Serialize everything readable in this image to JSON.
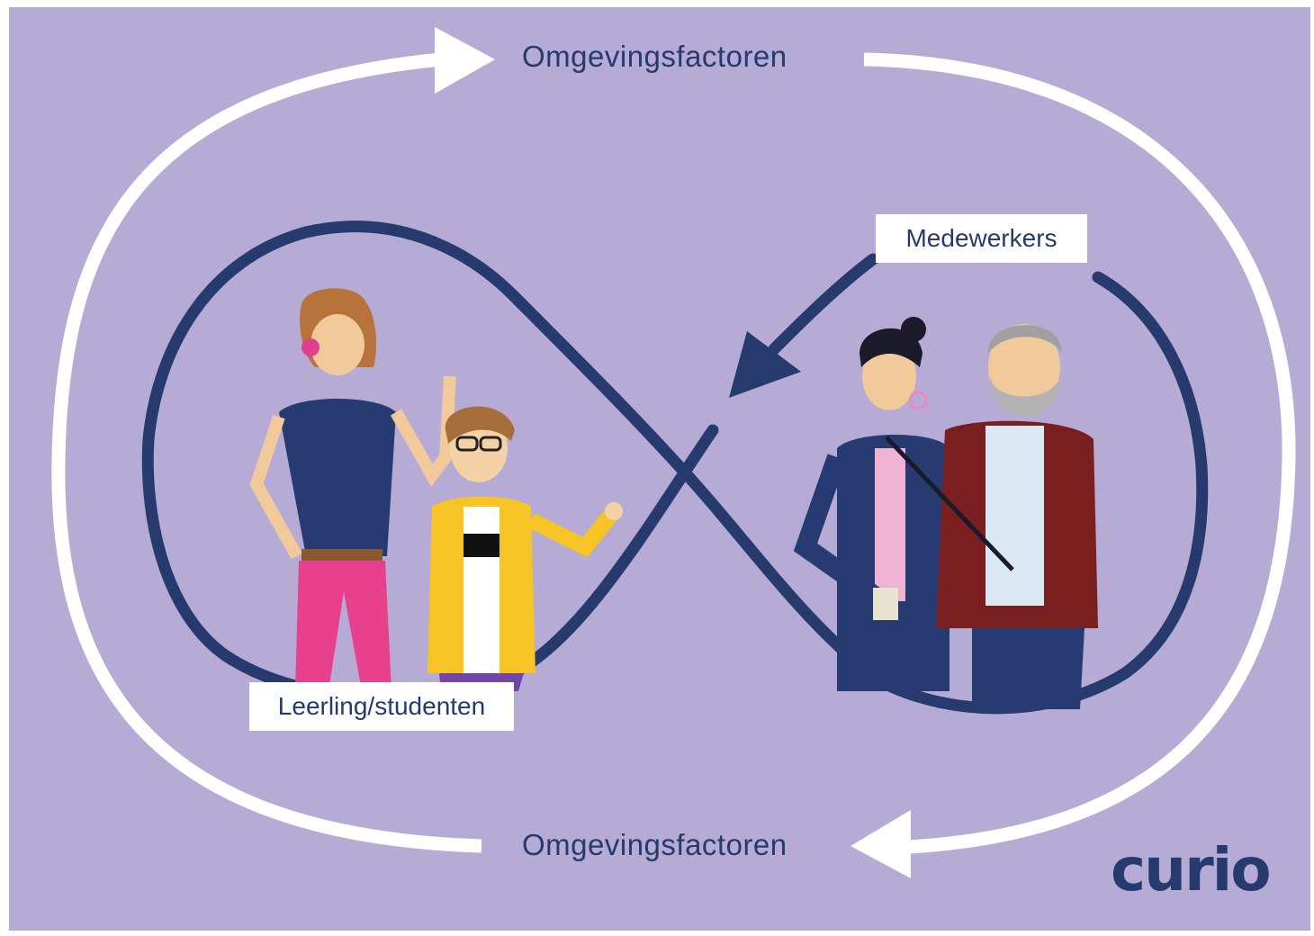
{
  "labels": {
    "top_factor": "Omgevingsfactoren",
    "bottom_factor": "Omgevingsfactoren",
    "employees": "Medewerkers",
    "students": "Leerling/studenten"
  },
  "logo": {
    "text": "curio"
  },
  "colors": {
    "background": "#b5abd4",
    "navy": "#263a6e",
    "white": "#ffffff"
  },
  "icons": [
    "arrow-right-icon",
    "arrow-left-icon",
    "arrow-down-left-icon"
  ]
}
